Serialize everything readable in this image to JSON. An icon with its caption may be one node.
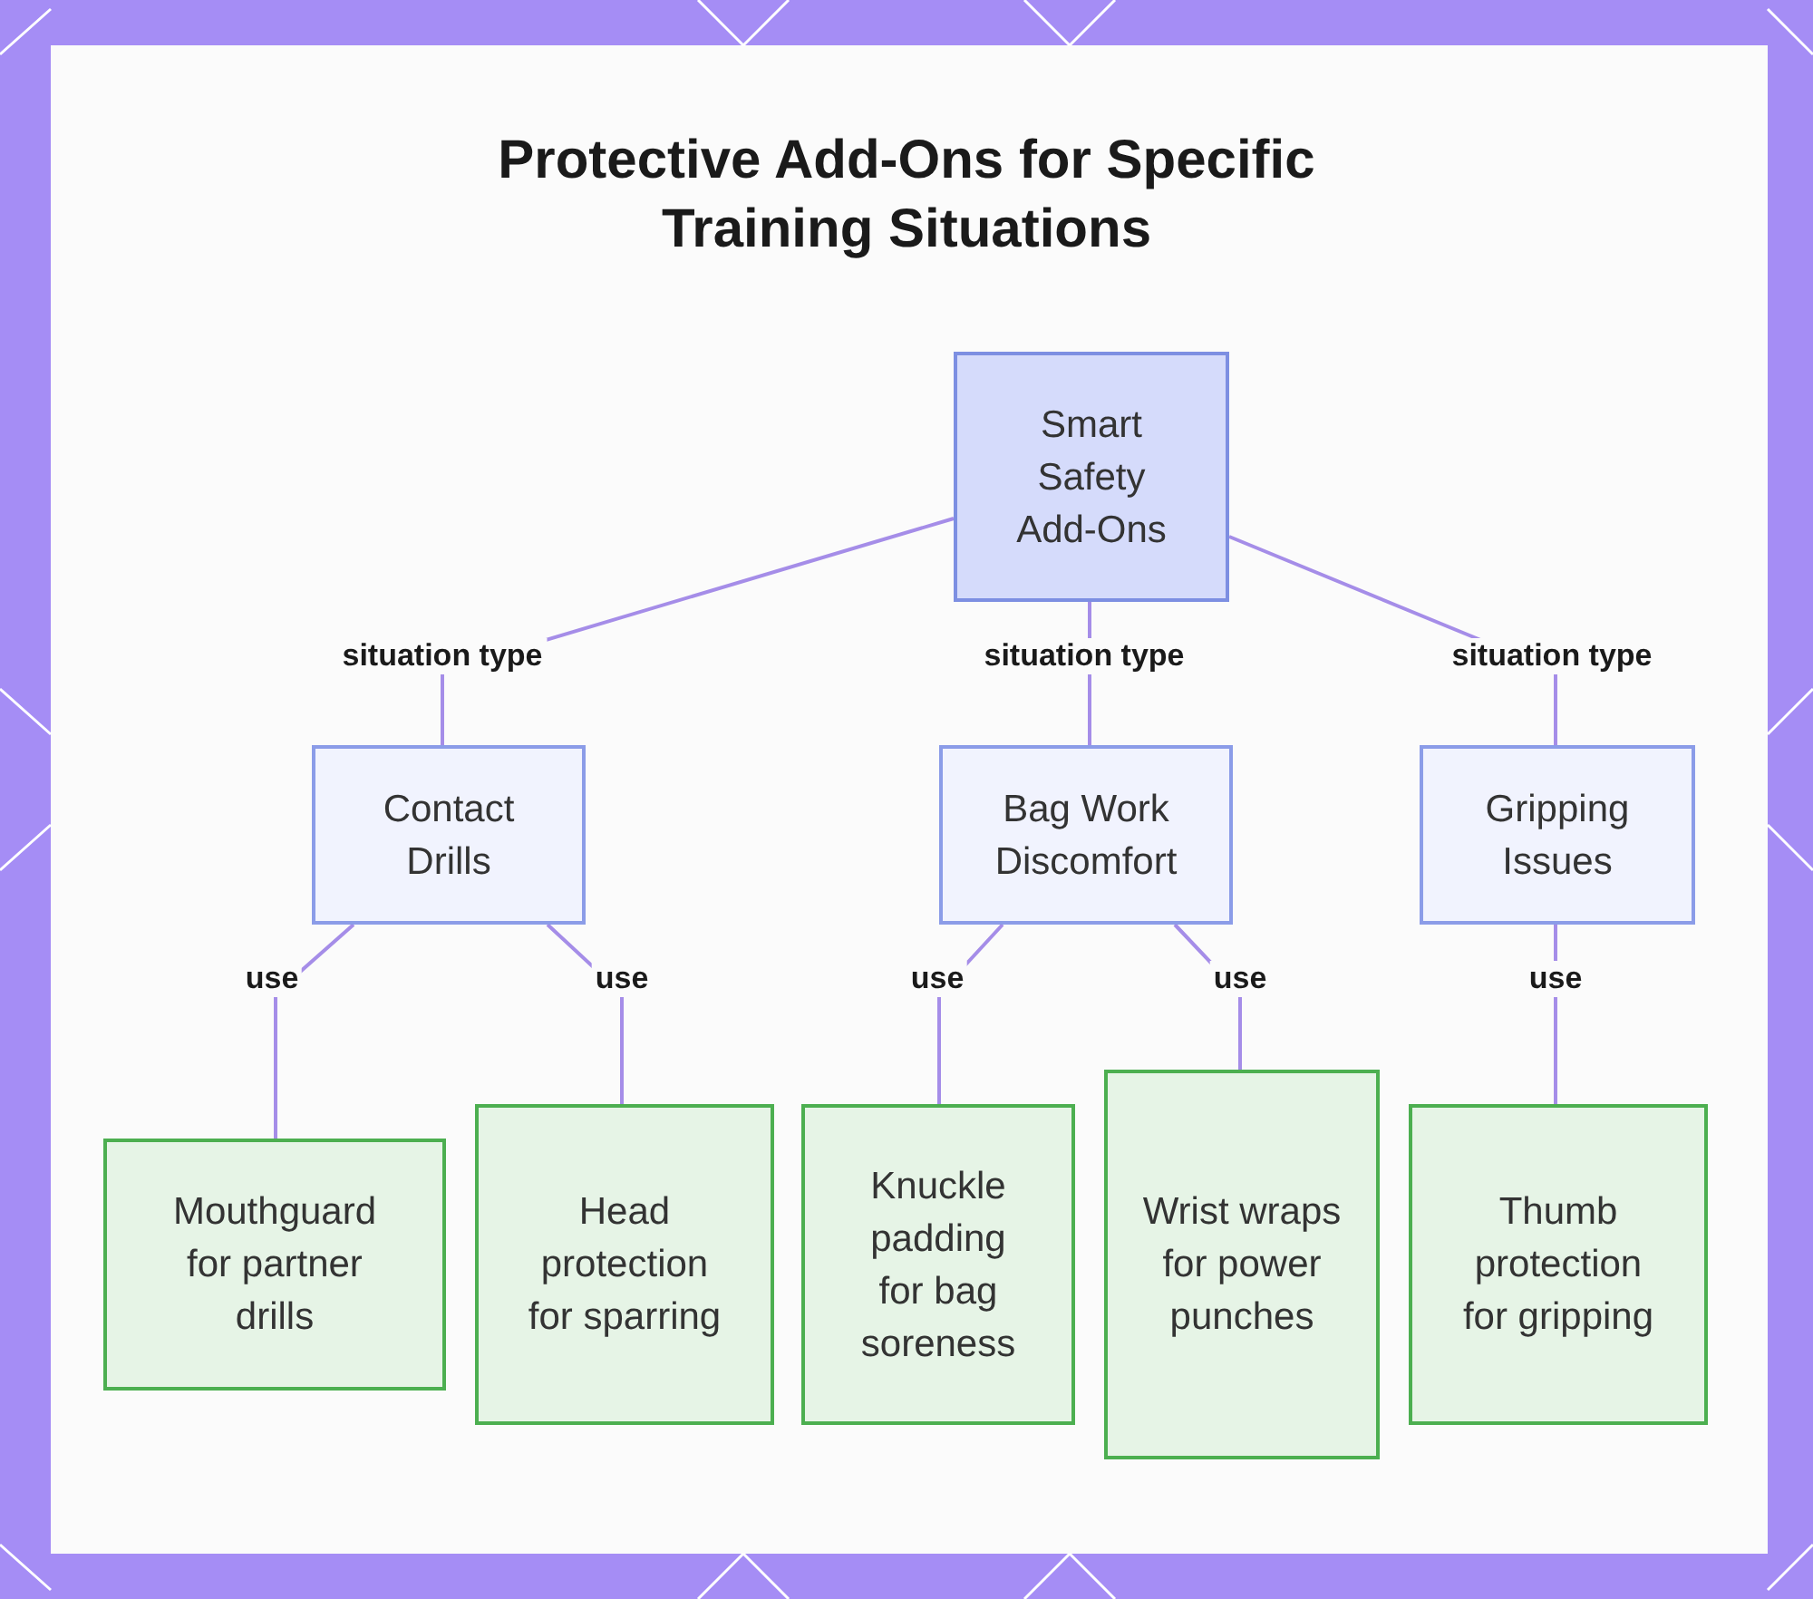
{
  "diagram": {
    "title": "Protective Add-Ons for Specific Training Situations",
    "nodes": [
      {
        "text": [
          "Smart Safety Add-Ons"
        ]
      },
      {
        "text": [
          "Contact Drills"
        ]
      },
      {
        "text": [
          "Bag Work Discomfort"
        ]
      },
      {
        "text": [
          "Gripping Issues"
        ]
      },
      {
        "text": [
          "Mouthguard for partner drills"
        ]
      },
      {
        "text": [
          "Head protection for sparring"
        ]
      },
      {
        "text": [
          "Knuckle padding for bag soreness"
        ]
      },
      {
        "text": [
          "Wrist wraps for power punches"
        ]
      },
      {
        "text": [
          "Thumb protection for gripping"
        ]
      }
    ],
    "edges": [
      {
        "from": 0,
        "to": 1,
        "arrow": "none",
        "label": "situation type"
      },
      {
        "from": 0,
        "to": 2,
        "arrow": "none",
        "label": "situation type"
      },
      {
        "from": 0,
        "to": 3,
        "arrow": "none",
        "label": "situation type"
      },
      {
        "from": 1,
        "to": 4,
        "arrow": "none",
        "label": "use"
      },
      {
        "from": 1,
        "to": 5,
        "arrow": "none",
        "label": "use"
      },
      {
        "from": 2,
        "to": 6,
        "arrow": "none",
        "label": "use"
      },
      {
        "from": 2,
        "to": 7,
        "arrow": "none",
        "label": "use"
      },
      {
        "from": 3,
        "to": 8,
        "arrow": "none",
        "label": "use"
      }
    ]
  }
}
